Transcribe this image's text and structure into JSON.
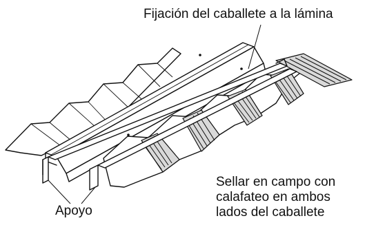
{
  "labels": {
    "ridge_fastening": "Fijación del caballete a la lámina",
    "support": "Apoyo",
    "seal_line1": "Sellar en campo con",
    "seal_line2": "calafateo en ambos",
    "seal_line3": "lados del caballete"
  },
  "colors": {
    "line": "#111111",
    "shade": "#d9d9d9",
    "background": "#ffffff"
  }
}
